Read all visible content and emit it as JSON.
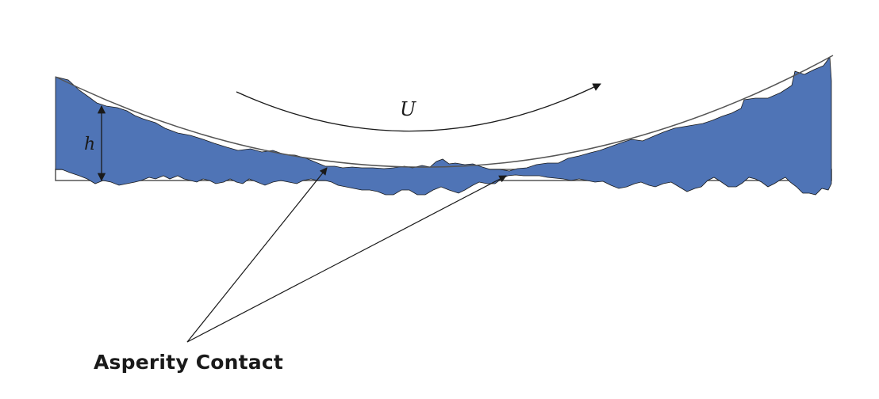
{
  "labels": {
    "velocity": "U",
    "film_thickness": "h",
    "caption": "Asperity Contact"
  },
  "colors": {
    "fluid_fill": "#4f74b6",
    "outline": "#1a1a1a",
    "surface_line": "#555555"
  }
}
